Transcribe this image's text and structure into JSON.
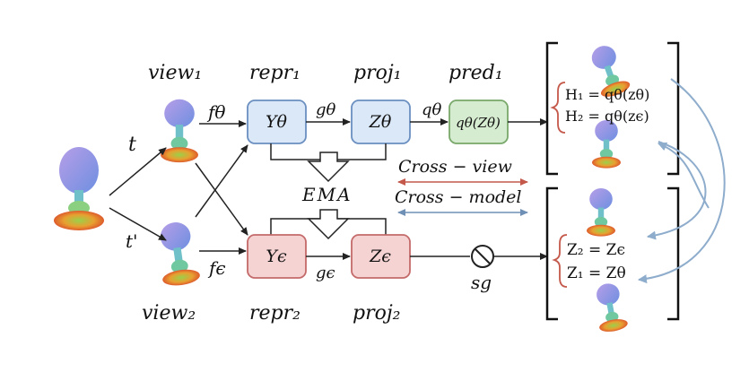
{
  "labels": {
    "view1": "view₁",
    "view2": "view₂",
    "repr1": "repr₁",
    "repr2": "repr₂",
    "proj1": "proj₁",
    "proj2": "proj₂",
    "pred1": "pred₁",
    "t": "t",
    "t_prime": "t'",
    "f_theta": "fθ",
    "f_eps": "fϵ",
    "g_theta": "gθ",
    "g_eps": "gϵ",
    "q_theta": "qθ",
    "ema": "EMA",
    "sg": "sg"
  },
  "boxes": {
    "y_theta": "Yθ",
    "z_theta": "Zθ",
    "q_box": "qθ(Zθ)",
    "y_eps": "Yϵ",
    "z_eps": "Zϵ"
  },
  "formulas": {
    "h1": "H₁ = qθ(zθ)",
    "h2": "H₂ = qθ(zϵ)",
    "z2": "Z₂ = Zϵ",
    "z1": "Z₁ = Zθ"
  },
  "legend": {
    "cross_view": "Cross − view",
    "cross_model": "Cross − model"
  },
  "colors": {
    "blue_fill": "#dbe8f8",
    "blue_stroke": "#6a8fc0",
    "green_fill": "#d6ecd0",
    "green_stroke": "#78a86a",
    "red_fill": "#f6d3d3",
    "red_stroke": "#c46a6a",
    "cross_view_line": "#c4584a",
    "cross_model_line": "#6f8fb5",
    "brace": "#c4584a",
    "curve": "#8eaccc"
  }
}
